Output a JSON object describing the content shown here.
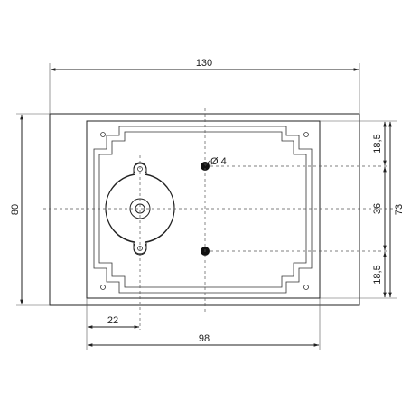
{
  "drawing": {
    "dims": {
      "overall_width": "130",
      "overall_height": "80",
      "inner_width": "98",
      "offset_left": "22",
      "hole_diameter": "Ø 4",
      "top_offset": "18,5",
      "hole_spacing": "36",
      "bottom_offset": "18,5",
      "inner_height": "73"
    }
  }
}
